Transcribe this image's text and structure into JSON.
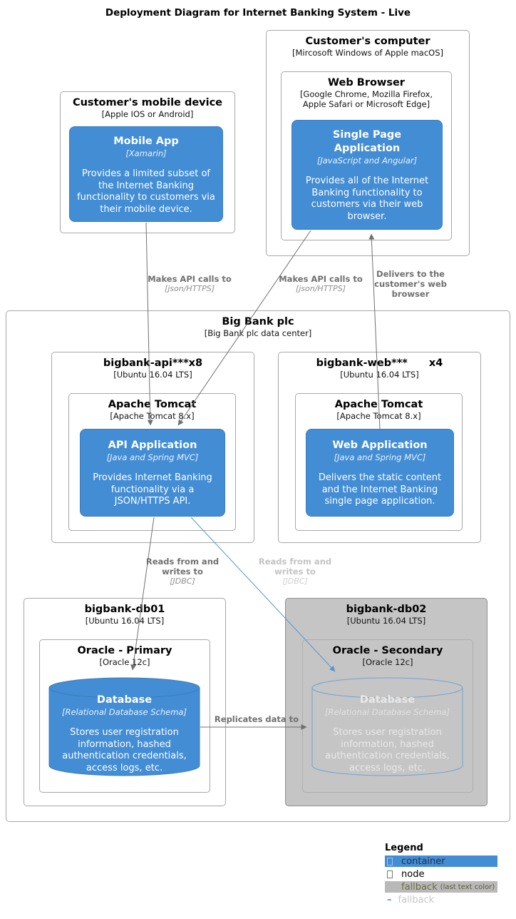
{
  "title": "Deployment Diagram for Internet Banking System - Live",
  "colors": {
    "container_blue": "#438dd5",
    "node_gray_background": "#c5c5c5",
    "fallback_relationship_blue": "#5596d0",
    "relationship_gray": "#707070"
  },
  "nodes": {
    "computer": {
      "title": "Customer's computer",
      "subtitle": "[Mircosoft Windows of Apple macOS]"
    },
    "web_browser": {
      "title": "Web Browser",
      "subtitle": "[Google Chrome, Mozilla Firefox, Apple Safari or Microsoft Edge]"
    },
    "spa": {
      "title": "Single Page Application",
      "tech": "[JavaScript and Angular]",
      "description": "Provides all of the Internet Banking functionality to customers via their web browser."
    },
    "mobile_device": {
      "title": "Customer's mobile device",
      "subtitle": "[Apple IOS or Android]"
    },
    "mobile_app": {
      "title": "Mobile App",
      "tech": "[Xamarin]",
      "description": "Provides a limited subset of the Internet Banking functionality to customers via their mobile device."
    },
    "big_bank": {
      "title": "Big Bank plc",
      "subtitle": "[Big Bank plc data center]"
    },
    "api_server": {
      "title": "bigbank-api***x8",
      "subtitle": "[Ubuntu 16.04 LTS]"
    },
    "api_tomcat": {
      "title": "Apache Tomcat",
      "subtitle": "[Apache Tomcat 8.x]"
    },
    "api_app": {
      "title": "API Application",
      "tech": "[Java and Spring MVC]",
      "description": "Provides Internet Banking functionality via a JSON/HTTPS API."
    },
    "web_server": {
      "title": "bigbank-web***",
      "multiplier": "x4",
      "subtitle": "[Ubuntu 16.04 LTS]"
    },
    "web_tomcat": {
      "title": "Apache Tomcat",
      "subtitle": "[Apache Tomcat 8.x]"
    },
    "web_app": {
      "title": "Web Application",
      "tech": "[Java and Spring MVC]",
      "description": "Delivers the static content and the Internet Banking single page application."
    },
    "db01_server": {
      "title": "bigbank-db01",
      "subtitle": "[Ubuntu 16.04 LTS]"
    },
    "oracle_primary": {
      "title": "Oracle - Primary",
      "subtitle": "[Oracle 12c]"
    },
    "db_primary": {
      "title": "Database",
      "tech": "[Relational Database Schema]",
      "description": "Stores user registration information, hashed authentication credentials, access logs, etc."
    },
    "db02_server": {
      "title": "bigbank-db02",
      "subtitle": "[Ubuntu 16.04 LTS]"
    },
    "oracle_secondary": {
      "title": "Oracle - Secondary",
      "subtitle": "[Oracle 12c]"
    },
    "db_secondary": {
      "title": "Database",
      "tech": "[Relational Database Schema]",
      "description": "Stores user registration information, hashed authentication credentials, access logs, etc."
    }
  },
  "relationships": {
    "mobile_to_api": {
      "label": "Makes API calls to",
      "tech": "[json/HTTPS]"
    },
    "spa_to_api": {
      "label": "Makes API calls to",
      "tech": "[json/HTTPS]"
    },
    "web_to_spa": {
      "label": "Delivers to the customer's web browser"
    },
    "api_to_db01": {
      "label": "Reads from and writes to",
      "tech": "[JDBC]"
    },
    "api_to_db02": {
      "label": "Reads from and writes to",
      "tech": "[JDBC]"
    },
    "db01_to_db02": {
      "label": "Replicates data to"
    }
  },
  "legend": {
    "title": "Legend",
    "container_label": "container",
    "node_label": "node",
    "fallback_bg_label": "fallback",
    "fallback_bg_note": "(last text color)",
    "fallback_line_label": "fallback"
  }
}
